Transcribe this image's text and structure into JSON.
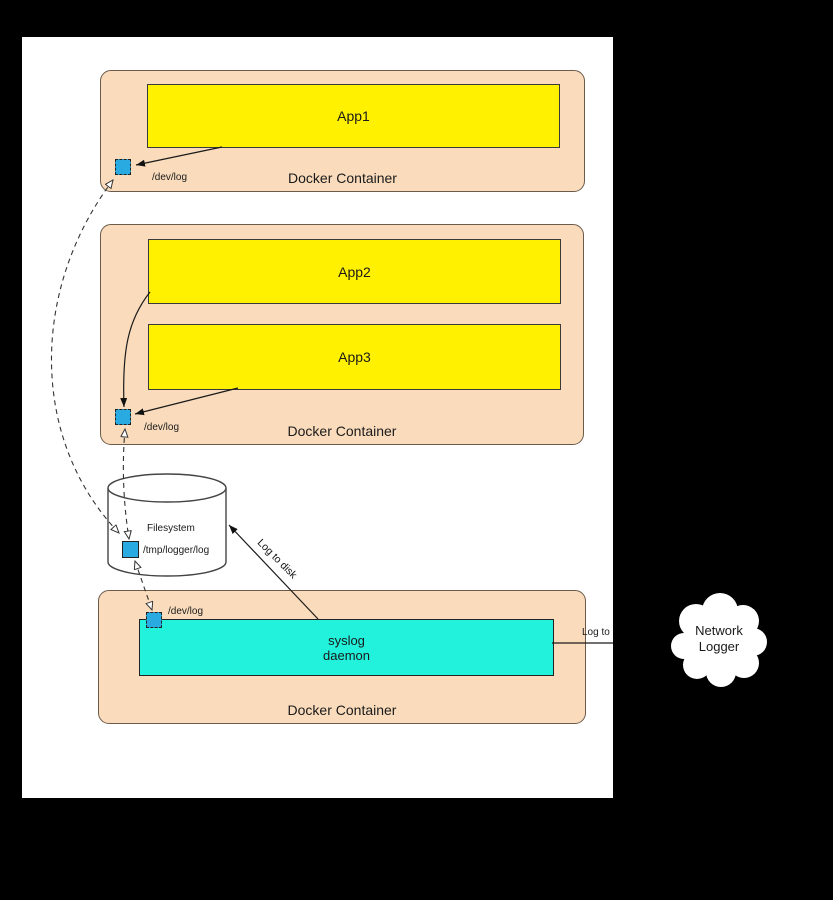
{
  "containers": [
    {
      "label": "Docker Container",
      "socket_label": "/dev/log",
      "apps": [
        "App1"
      ]
    },
    {
      "label": "Docker Container",
      "socket_label": "/dev/log",
      "apps": [
        "App2",
        "App3"
      ]
    },
    {
      "label": "Docker Container",
      "socket_label": "/dev/log",
      "process_label": "syslog\ndaemon"
    }
  ],
  "filesystem": {
    "label": "Filesystem",
    "file_label": "/tmp/logger/log"
  },
  "network_logger": {
    "label": "Network\nLogger"
  },
  "edge_labels": {
    "log_to_disk": "Log to disk",
    "log_to_network": "Log to"
  },
  "colors": {
    "canvas": "#000000",
    "paper": "#ffffff",
    "container_fill": "#fadcbc",
    "app_fill": "#fff100",
    "daemon_fill": "#22f2dc",
    "socket_fill": "#29abe2"
  }
}
